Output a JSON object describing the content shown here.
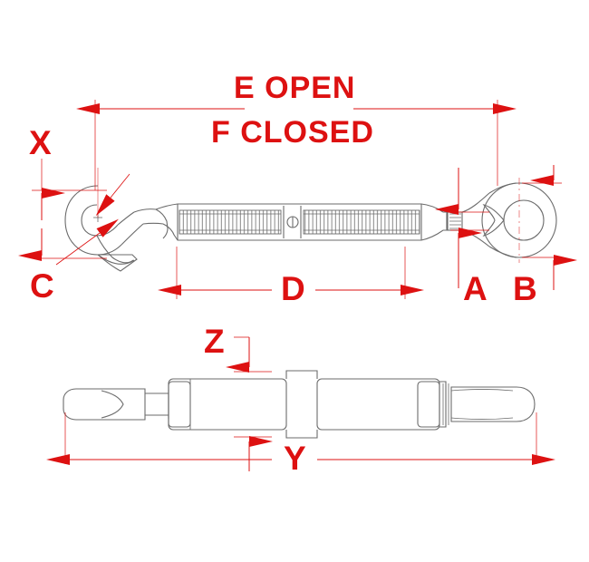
{
  "drawing": {
    "type": "engineering-dimension-drawing",
    "subject": "Hook and eye turnbuckle",
    "background_color": "#ffffff",
    "dimension_color": "#dd1111",
    "outline_color": "#6b6b6b",
    "views": [
      {
        "name": "open-view",
        "description": "Turnbuckle shown open with hook at left and eye at right"
      },
      {
        "name": "closed-view",
        "description": "Turnbuckle shown closed in edge-on profile"
      }
    ]
  },
  "headings": {
    "line1": "E OPEN",
    "line2": "F CLOSED"
  },
  "dimensions": {
    "E": {
      "label": "E",
      "view": "open-view",
      "orientation": "horizontal",
      "meaning": "overall length open"
    },
    "F": {
      "label": "F",
      "view": "open-view",
      "orientation": "horizontal",
      "meaning": "overall length closed"
    },
    "X": {
      "label": "X",
      "view": "open-view",
      "orientation": "vertical",
      "meaning": "hook height"
    },
    "C": {
      "label": "C",
      "view": "open-view",
      "orientation": "leader",
      "meaning": "hook throat opening"
    },
    "D": {
      "label": "D",
      "view": "open-view",
      "orientation": "horizontal",
      "meaning": "body / take-up length"
    },
    "A": {
      "label": "A",
      "view": "open-view",
      "orientation": "vertical",
      "meaning": "eye shank diameter"
    },
    "B": {
      "label": "B",
      "view": "open-view",
      "orientation": "vertical",
      "meaning": "eye outside diameter"
    },
    "Z": {
      "label": "Z",
      "view": "closed-view",
      "orientation": "vertical",
      "meaning": "body thickness"
    },
    "Y": {
      "label": "Y",
      "view": "closed-view",
      "orientation": "horizontal",
      "meaning": "overall closed length"
    }
  },
  "labels": {
    "E": "E",
    "F": "F",
    "X": "X",
    "C": "C",
    "D": "D",
    "A": "A",
    "B": "B",
    "Z": "Z",
    "Y": "Y"
  }
}
